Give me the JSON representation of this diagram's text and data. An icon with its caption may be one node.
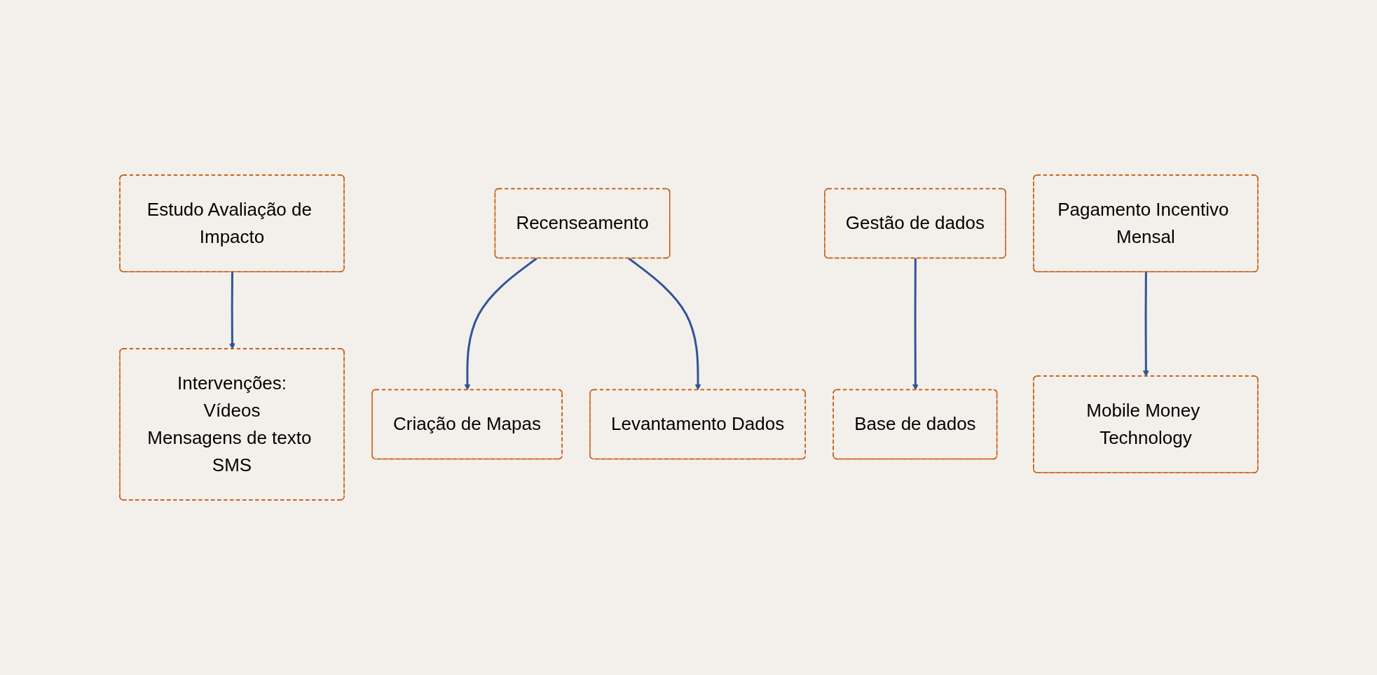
{
  "diagram": {
    "nodes": [
      {
        "text": [
          "Estudo Avaliação de Impacto"
        ]
      },
      {
        "text": [
          "Recenseamento"
        ]
      },
      {
        "text": [
          "Gestão de dados"
        ]
      },
      {
        "text": [
          "Pagamento Incentivo Mensal"
        ]
      },
      {
        "text": [
          "Intervenções:",
          "Vídeos",
          "Mensagens de texto SMS"
        ]
      },
      {
        "text": [
          "Criação de Mapas"
        ]
      },
      {
        "text": [
          "Levantamento Dados"
        ]
      },
      {
        "text": [
          "Base de dados"
        ]
      },
      {
        "text": [
          "Mobile Money Technology"
        ]
      }
    ],
    "edges": [
      {
        "from": 0,
        "to": 4,
        "arrow": "to"
      },
      {
        "from": 1,
        "to": 5,
        "arrow": "to"
      },
      {
        "from": 1,
        "to": 6,
        "arrow": "to"
      },
      {
        "from": 2,
        "to": 7,
        "arrow": "to"
      },
      {
        "from": 3,
        "to": 8,
        "arrow": "to"
      }
    ]
  }
}
